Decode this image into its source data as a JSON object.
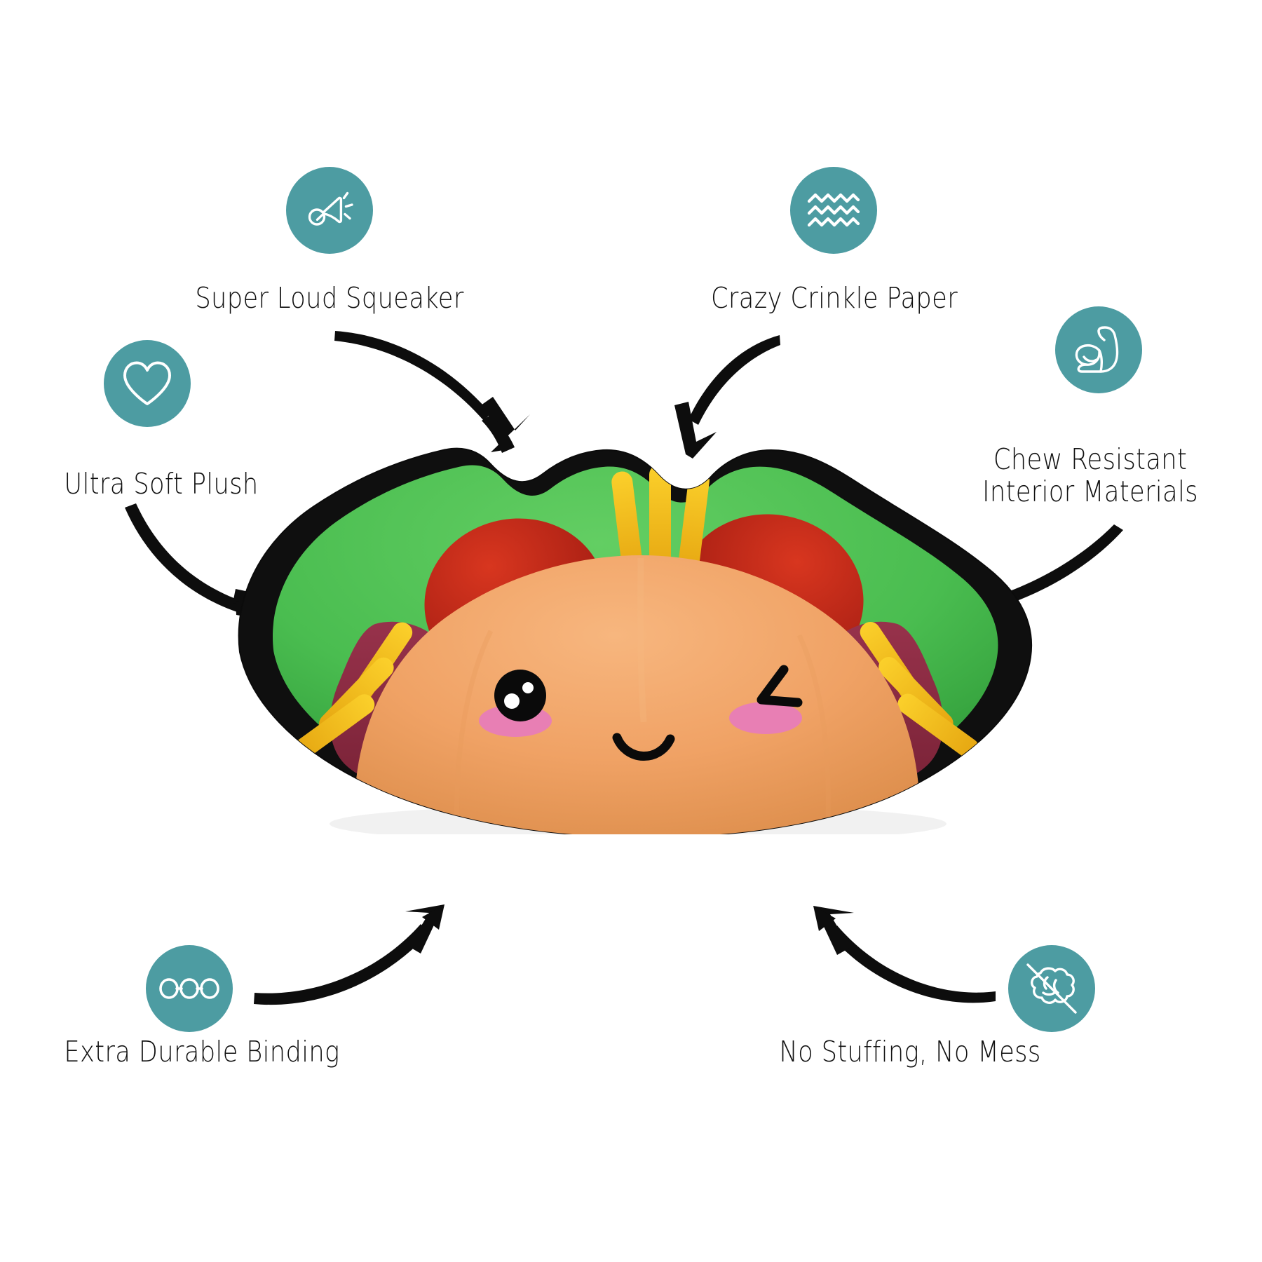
{
  "product": {
    "name": "kawaii-taco-plush-dog-toy",
    "alt_description": "Plush taco-shaped dog toy with winking kawaii face, green lettuce, red tomato, yellow cheese and purple filling, bound with black webbing trim"
  },
  "palette": {
    "badge_teal": "#4D9CA2",
    "icon_white": "#FFFFFF",
    "label_black": "#111111",
    "arrow_black": "#0D0D0D",
    "background": "#FFFFFF",
    "shell_orange": "#F0A265",
    "shell_orange_dark": "#E08E4E",
    "lettuce_green": "#4FBE54",
    "lettuce_green_dark": "#36A03C",
    "tomato_red": "#C8271C",
    "tomato_red_dark": "#A81D14",
    "cheese_yellow": "#F5C518",
    "cheese_yellow_dark": "#E8A612",
    "filling_purple": "#8C2D44",
    "binding_black": "#141414",
    "blush_pink": "#E87FB4",
    "eye_black": "#0A0A0A"
  },
  "features": [
    {
      "id": "super-loud-squeaker",
      "label": "Super Loud Squeaker",
      "icon": "megaphone-icon",
      "align": "center"
    },
    {
      "id": "crazy-crinkle-paper",
      "label": "Crazy Crinkle Paper",
      "icon": "crinkle-waves-icon",
      "align": "center"
    },
    {
      "id": "chew-resistant-interior-materials",
      "label": "Chew Resistant\nInterior Materials",
      "icon": "flexed-bicep-icon",
      "align": "center"
    },
    {
      "id": "ultra-soft-plush",
      "label": "Ultra Soft Plush",
      "icon": "heart-icon",
      "align": "center"
    },
    {
      "id": "extra-durable-binding",
      "label": "Extra Durable Binding",
      "icon": "chain-link-icon",
      "align": "center"
    },
    {
      "id": "no-stuffing-no-mess",
      "label": "No Stuffing, No Mess",
      "icon": "no-stuffing-cloud-icon",
      "align": "center"
    }
  ]
}
